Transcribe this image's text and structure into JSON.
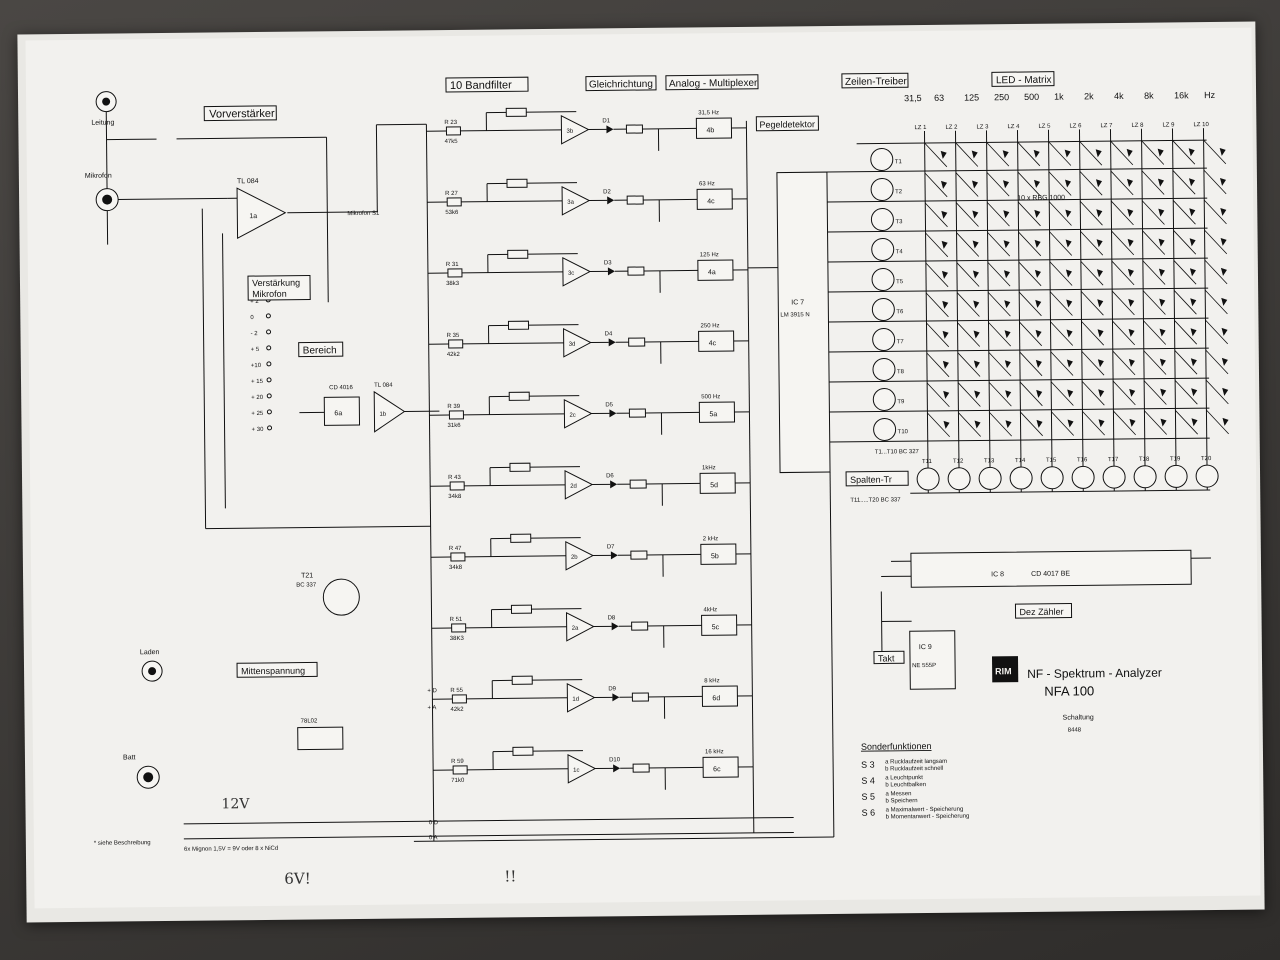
{
  "titles": {
    "vorverstaerker": "Vorverstärker",
    "bandfilter": "10 Bandfilter",
    "gleichrichtung": "Gleichrichtung",
    "analog_mux": "Analog - Multiplexer",
    "zeilen_treiber": "Zeilen-Treiber",
    "led_matrix": "LED - Matrix",
    "pegeldetektor": "Pegeldetektor",
    "verstaerkung": "Verstärkung",
    "mikrofon": "Mikrofon",
    "bereich": "Bereich",
    "spalten_tr": "Spalten-Tr",
    "dez_zaehler": "Dez Zähler",
    "mittenspannung": "Mittenspannung",
    "takt": "Takt",
    "product": "NF - Spektrum - Analyzer",
    "model": "NFA 100",
    "schaltung": "Schaltung",
    "number": "8448",
    "logo": "RIM"
  },
  "inputs": {
    "leitung": "Leitung",
    "mikrofon": "Mikrofon",
    "mikrofon_s1": "Mikrofon S1",
    "laden": "Laden",
    "batt": "Batt"
  },
  "frequencies": [
    "31,5",
    "63",
    "125",
    "250",
    "500",
    "1k",
    "2k",
    "4k",
    "8k",
    "16k",
    "Hz"
  ],
  "lz_columns": [
    "LZ 1",
    "LZ 2",
    "LZ 3",
    "LZ 4",
    "LZ 5",
    "LZ 6",
    "LZ 7",
    "LZ 8",
    "LZ 9",
    "LZ 10"
  ],
  "filter_bands": [
    {
      "opamp": "3b",
      "mux": "4b",
      "freq": "31,5 Hz",
      "r": "R 23",
      "rv": "47k5",
      "diode": "D1"
    },
    {
      "opamp": "3a",
      "mux": "4c",
      "freq": "63 Hz",
      "r": "R 27",
      "rv": "53k6",
      "diode": "D2"
    },
    {
      "opamp": "3c",
      "mux": "4a",
      "freq": "125 Hz",
      "r": "R 31",
      "rv": "38k3",
      "diode": "D3"
    },
    {
      "opamp": "3d",
      "mux": "4c",
      "freq": "250 Hz",
      "r": "R 35",
      "rv": "42k2",
      "diode": "D4"
    },
    {
      "opamp": "2c",
      "mux": "5a",
      "freq": "500 Hz",
      "r": "R 39",
      "rv": "31k6",
      "diode": "D5"
    },
    {
      "opamp": "2d",
      "mux": "5d",
      "freq": "1kHz",
      "r": "R 43",
      "rv": "34k8",
      "diode": "D6"
    },
    {
      "opamp": "2b",
      "mux": "5b",
      "freq": "2 kHz",
      "r": "R 47",
      "rv": "34k8",
      "diode": "D7"
    },
    {
      "opamp": "2a",
      "mux": "5c",
      "freq": "4kHz",
      "r": "R 51",
      "rv": "38K3",
      "diode": "D8"
    },
    {
      "opamp": "1d",
      "mux": "6d",
      "freq": "8 kHz",
      "r": "R 55",
      "rv": "42k2",
      "diode": "D9"
    },
    {
      "opamp": "1c",
      "mux": "6c",
      "freq": "16 kHz",
      "r": "R 59",
      "rv": "71k0",
      "diode": "D10"
    }
  ],
  "chips": {
    "tl084": "TL 084",
    "cd4016": "CD 4016",
    "ic7": "IC 7",
    "ic7_type": "LM 3915 N",
    "ic8": "IC 8",
    "ic8_type": "CD 4017 BE",
    "ic9": "IC 9",
    "ic9_type": "NE 555P",
    "reg": "78L02",
    "opamp_1a": "1a",
    "opamp_1b": "1b",
    "mux_6a": "6a",
    "t21": "T21",
    "t21_type": "BC 337"
  },
  "transistors": {
    "rows": [
      "T1",
      "T2",
      "T3",
      "T4",
      "T5",
      "T6",
      "T7",
      "T8",
      "T9",
      "T10"
    ],
    "rows_type": "T1...T10 BC 327",
    "cols": [
      "T11",
      "T12",
      "T13",
      "T14",
      "T15",
      "T16",
      "T17",
      "T18",
      "T19",
      "T20"
    ],
    "cols_type": "T11.....T20 BC 337"
  },
  "matrix_label": "10 x RBG 1000",
  "range_steps": [
    "+ 2",
    "0",
    "- 2",
    "+ 5",
    "+10",
    "+ 15",
    "+ 20",
    "+ 25",
    "+ 30"
  ],
  "sonder": {
    "title": "Sonderfunktionen",
    "items": [
      {
        "sw": "S 3",
        "a": "a Rucklaufzeit langsam",
        "b": "b Rucklaufzeit schnell"
      },
      {
        "sw": "S 4",
        "a": "a Leuchtpunkt",
        "b": "b Leuchtbalken"
      },
      {
        "sw": "S 5",
        "a": "a Messen",
        "b": "b Speichern"
      },
      {
        "sw": "S 6",
        "a": "a Maximalwert - Speicherung",
        "b": "b Momentanwert - Speicherung"
      }
    ]
  },
  "battery_note": {
    "star": "* siehe Beschreibung",
    "text": "6x Mignon 1,5V = 9V oder 8 x NiCd"
  },
  "handwritten": [
    "12V",
    "6V!",
    "!!"
  ],
  "rail_labels": {
    "plus_d": "+ D",
    "plus_a": "+ A",
    "zero_d": "0 D",
    "zero_a": "0 A"
  }
}
